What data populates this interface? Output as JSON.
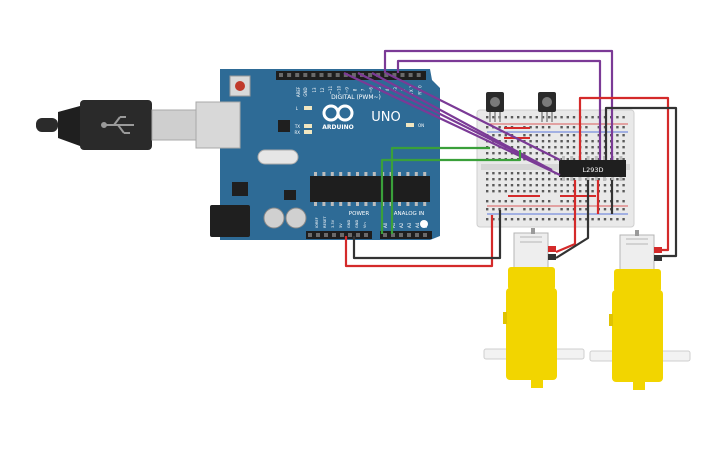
{
  "board": {
    "brand": "ARDUINO",
    "model": "UNO",
    "digital_label": "DIGITAL (PWM~)",
    "power_label": "POWER",
    "analog_label": "ANALOG IN",
    "on_label": "ON",
    "l_label": "L",
    "tx_label": "TX",
    "rx_label": "RX",
    "aref_label": "AREF",
    "gnd_top_label": "GND",
    "digital_pins": [
      "13",
      "12",
      "~11",
      "~10",
      "~9",
      "8",
      "7",
      "~6",
      "~5",
      "4",
      "~3",
      "2",
      "TX 1",
      "RX 0"
    ],
    "power_pins": [
      "IOREF",
      "RESET",
      "3.3V",
      "5V",
      "GND",
      "GND",
      "Vin"
    ],
    "analog_pins": [
      "A0",
      "A1",
      "A2",
      "A3",
      "A4",
      "A5"
    ]
  },
  "driver_chip": {
    "label": "L293D"
  },
  "colors": {
    "board": "#2e6b96",
    "breadboard": "#e9e9e9",
    "motor": "#f2d500",
    "wire_purple": "#7b3a96",
    "wire_green": "#3aa03a",
    "wire_red": "#d42a2a",
    "wire_black": "#333333"
  }
}
